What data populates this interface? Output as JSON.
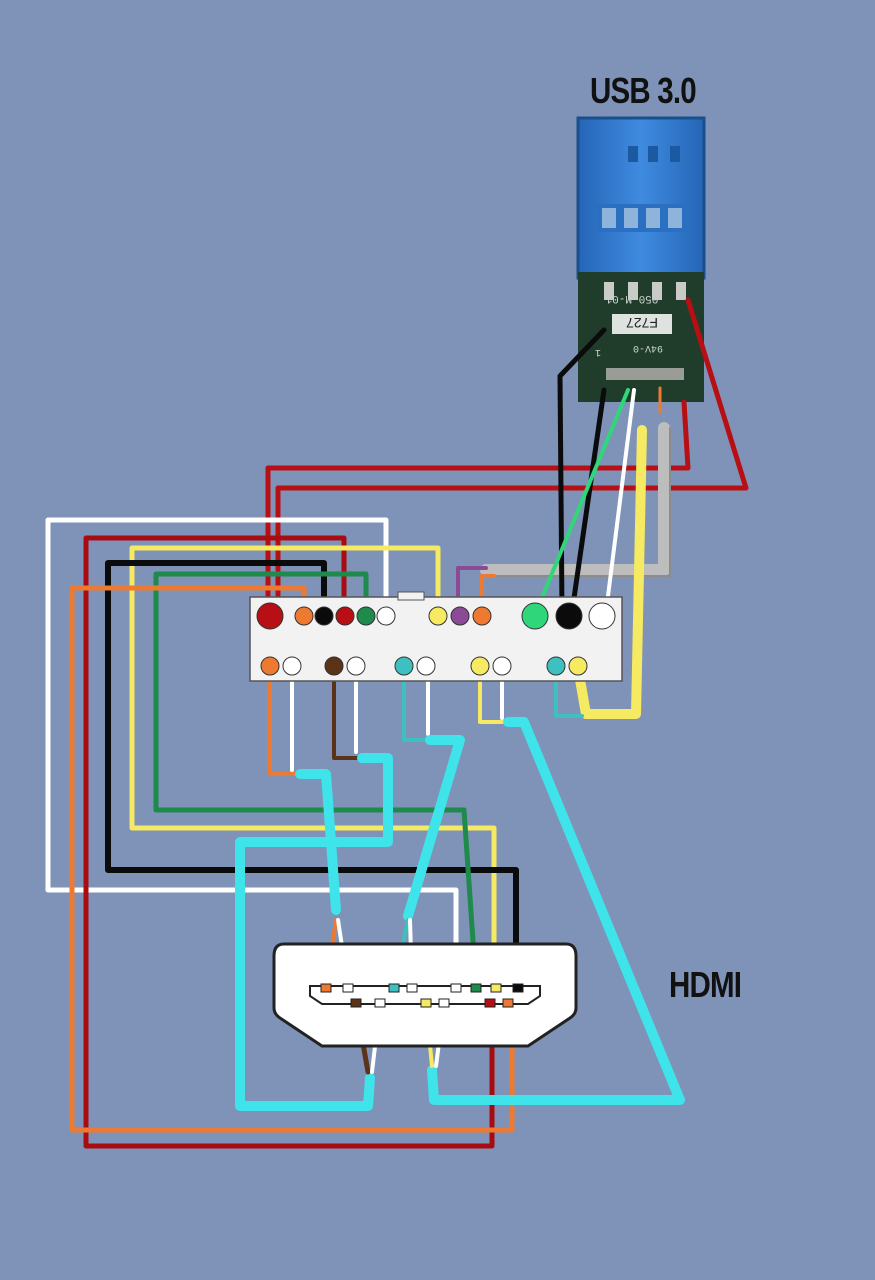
{
  "labels": {
    "usb": "USB 3.0",
    "hdmi": "HDMI"
  },
  "pcb_markings": {
    "chip_code": "F727",
    "part_number": "050-M-01",
    "rating": "94V-0",
    "pin_one": "1"
  },
  "colors": {
    "background": "#7f93b8",
    "red": "#b80f14",
    "darkred": "#a80c10",
    "black": "#0b0b0b",
    "white": "#ffffff",
    "yellow": "#f6ea62",
    "cyan": "#3fe3ea",
    "orange": "#ee7a32",
    "green": "#1e8a4c",
    "lightgreen": "#30d67a",
    "brown": "#5a3318",
    "purple": "#8a4a96",
    "grey": "#bdbdbd",
    "teal": "#3fc0c0",
    "usb_blue": "#2f7fd0",
    "pcb_green": "#1f3d2a"
  },
  "breakout_board": {
    "top_row": [
      "red",
      "orange",
      "black",
      "red",
      "green",
      "white",
      "yellow",
      "purple",
      "orange",
      "lightgreen",
      "black",
      "white"
    ],
    "bottom_row": [
      "orange",
      "white",
      "brown",
      "white",
      "teal",
      "white",
      "yellow",
      "white",
      "teal",
      "yellow"
    ]
  },
  "hdmi_pins": {
    "upper_row": [
      "orange",
      "white",
      "teal",
      "white",
      "white",
      "green",
      "yellow",
      "black"
    ],
    "lower_row": [
      "brown",
      "white",
      "yellow",
      "white",
      "red",
      "orange"
    ]
  }
}
